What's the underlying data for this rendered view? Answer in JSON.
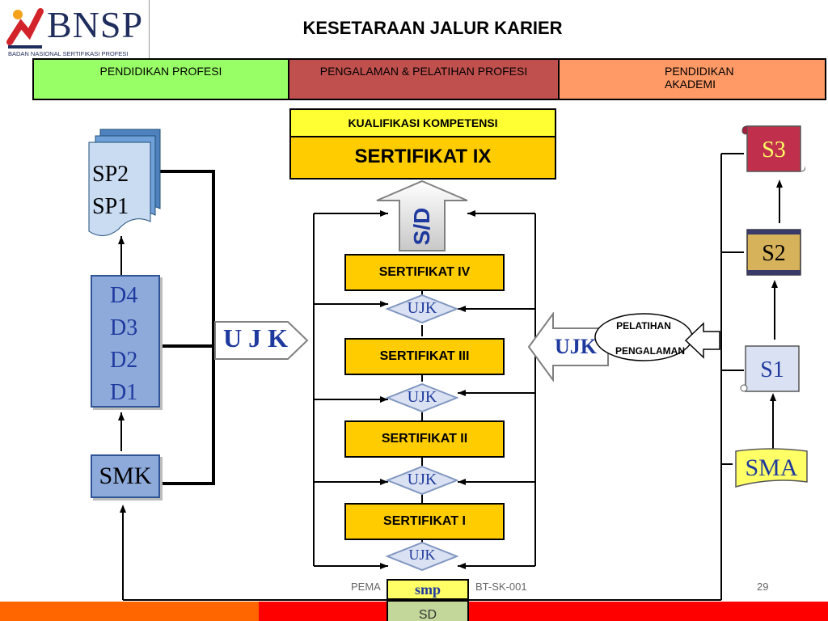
{
  "brand": {
    "name": "BNSP",
    "subtitle": "BADAN NASIONAL SERTIFIKASI PROFESI",
    "color_red": "#d2232a",
    "color_navy": "#1f2d5c"
  },
  "title": "KESETARAAN JALUR KARIER",
  "header": {
    "col1": "PENDIDIKAN PROFESI",
    "col2": "PENGALAMAN & PELATIHAN PROFESI",
    "col3": "PENDIDIKAN AKADEMI",
    "colors": [
      "#99ff66",
      "#c0504d",
      "#ff9966"
    ]
  },
  "qualification": {
    "label": "KUALIFIKASI  KOMPETENSI",
    "top": "SERTIFIKAT IX"
  },
  "arrow_sd": "S/D",
  "certificates": [
    "SERTIFIKAT  IV",
    "SERTIFIKAT  III",
    "SERTIFIKAT  II",
    "SERTIFIKAT   I"
  ],
  "ujk": "UJK",
  "ujk_big": "U J K",
  "left": {
    "sp": [
      "SP2",
      "SP1"
    ],
    "d": [
      "D4",
      "D3",
      "D2",
      "D1"
    ],
    "smk": "SMK"
  },
  "right": {
    "s3": "S3",
    "s2": "S2",
    "s1": "S1",
    "sma": "SMA"
  },
  "training": {
    "top": "PELATIHAN",
    "bottom": "PENGALAMAN"
  },
  "bottom": {
    "smp": "smp",
    "sd": "SD"
  },
  "footer": {
    "left": "PEMA",
    "right": "BT-SK-001",
    "page": "29",
    "bar_colors": [
      "#ff6600",
      "#ff0000"
    ]
  }
}
